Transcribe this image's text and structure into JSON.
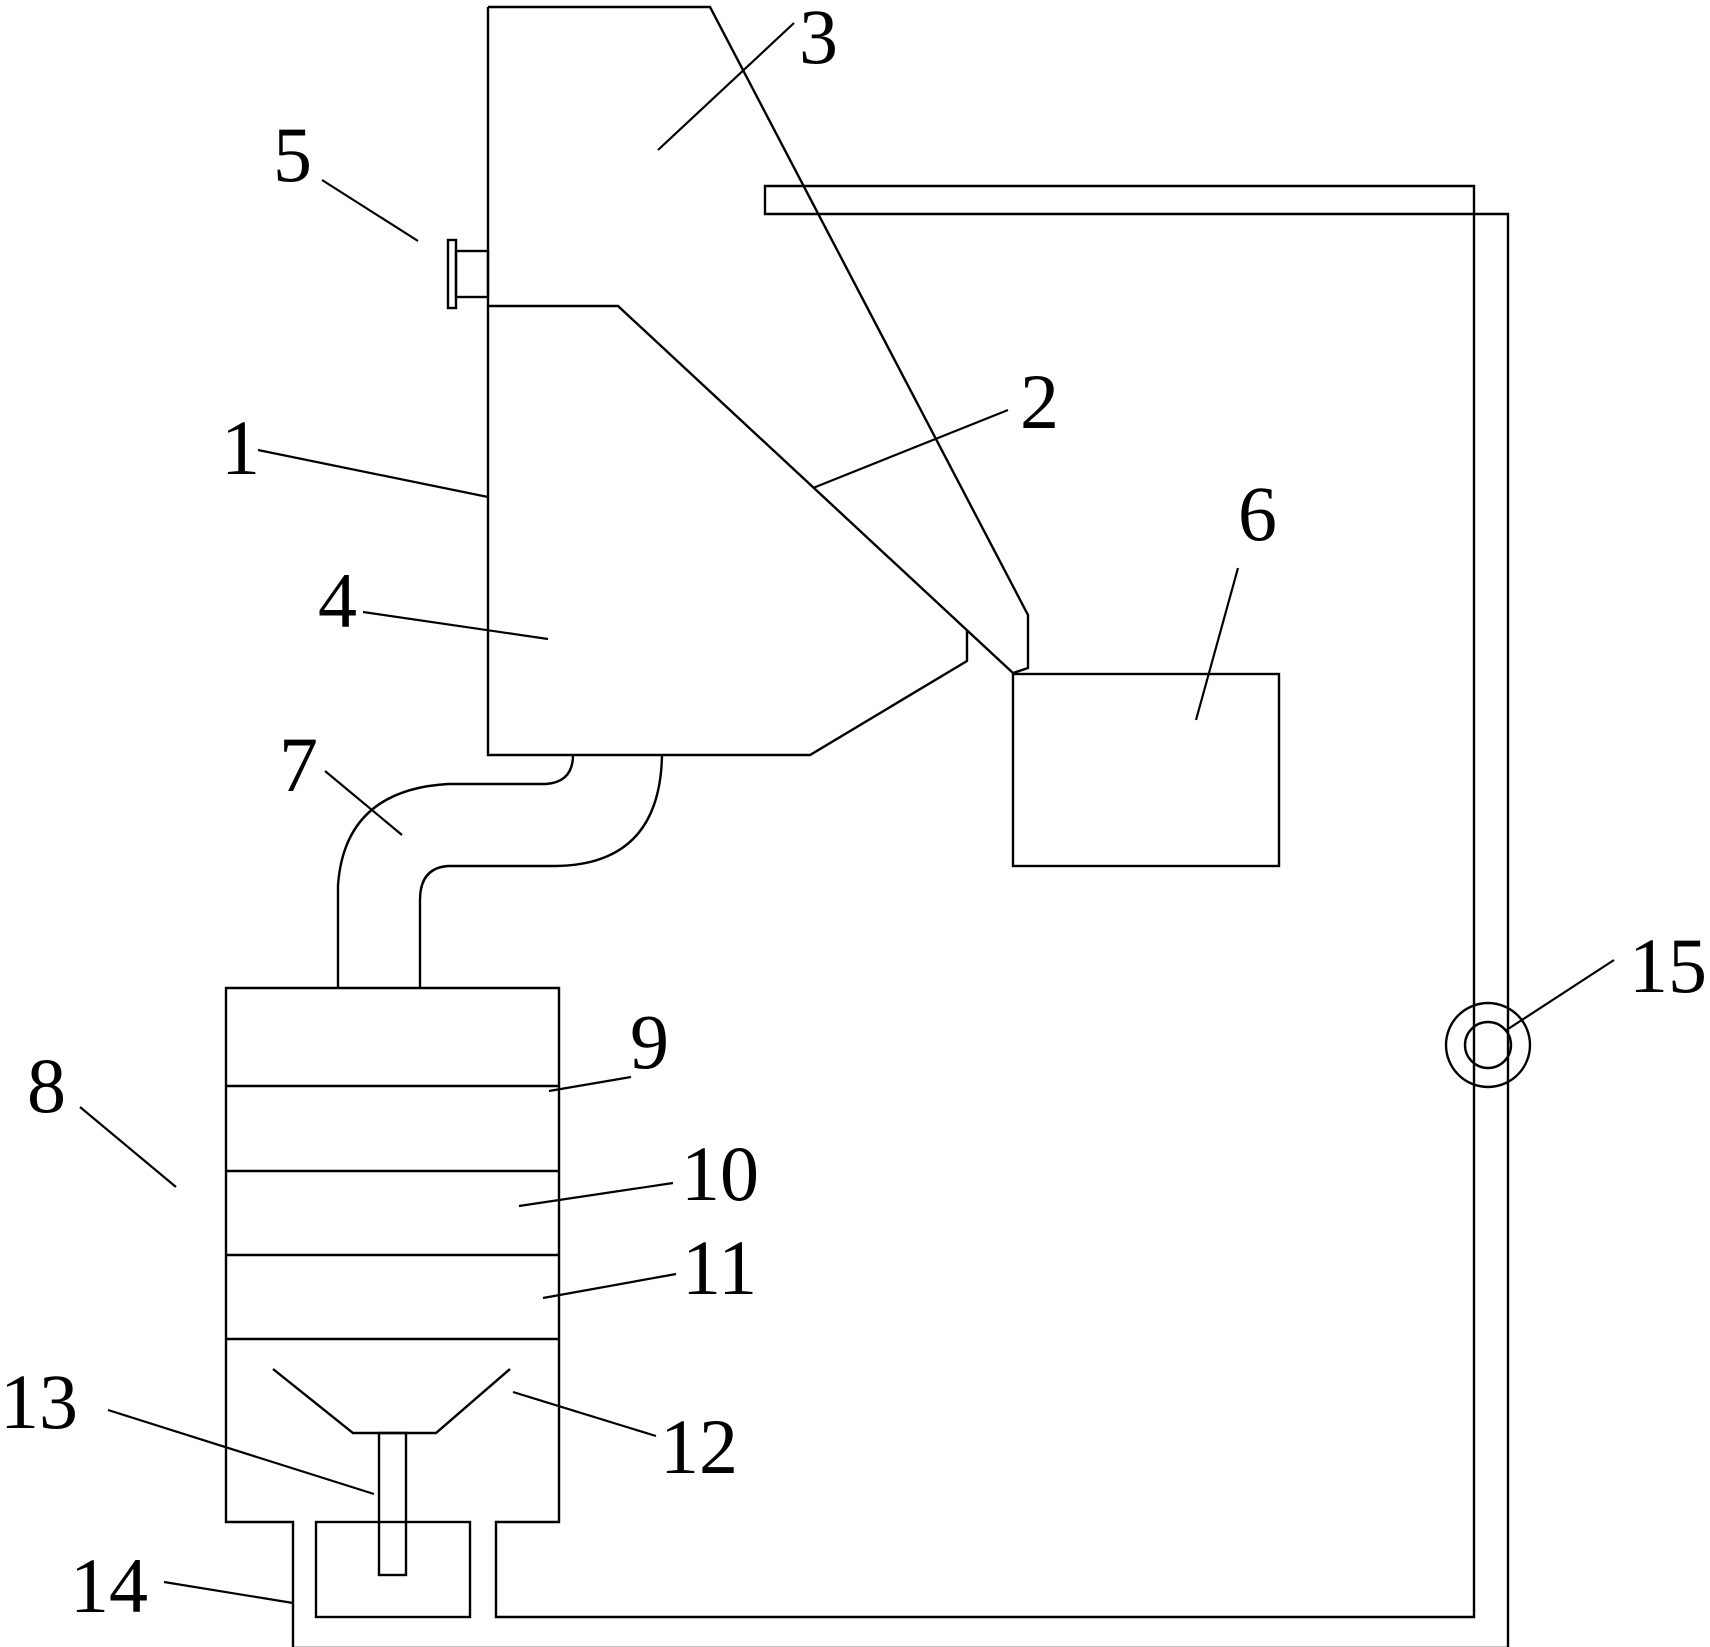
{
  "figure": {
    "background_color": "#ffffff",
    "line_color": "#000000",
    "labels": [
      {
        "id": "body",
        "text": "1"
      },
      {
        "id": "inclined-plate",
        "text": "2"
      },
      {
        "id": "feed-hopper",
        "text": "3"
      },
      {
        "id": "chamber",
        "text": "4"
      },
      {
        "id": "side-port",
        "text": "5"
      },
      {
        "id": "collection-box",
        "text": "6"
      },
      {
        "id": "bent-pipe",
        "text": "7"
      },
      {
        "id": "filter-tank",
        "text": "8"
      },
      {
        "id": "layer-9",
        "text": "9"
      },
      {
        "id": "layer-10",
        "text": "10"
      },
      {
        "id": "layer-11",
        "text": "11"
      },
      {
        "id": "funnel",
        "text": "12"
      },
      {
        "id": "drain-tube",
        "text": "13"
      },
      {
        "id": "sump",
        "text": "14"
      },
      {
        "id": "pump",
        "text": "15"
      }
    ]
  }
}
